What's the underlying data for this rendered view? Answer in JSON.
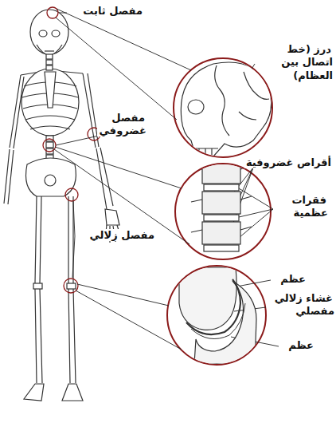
{
  "diagram": {
    "labels": [
      "مفصل ثابت",
      "درز (خط اتصال بين العظام)",
      "مفصل غضروفي",
      "أقراص غضروفية",
      "فقرات عظمية",
      "مفصل زلالي",
      "عظم",
      "غشاء زلالي مفصلي",
      "عظم"
    ]
  }
}
